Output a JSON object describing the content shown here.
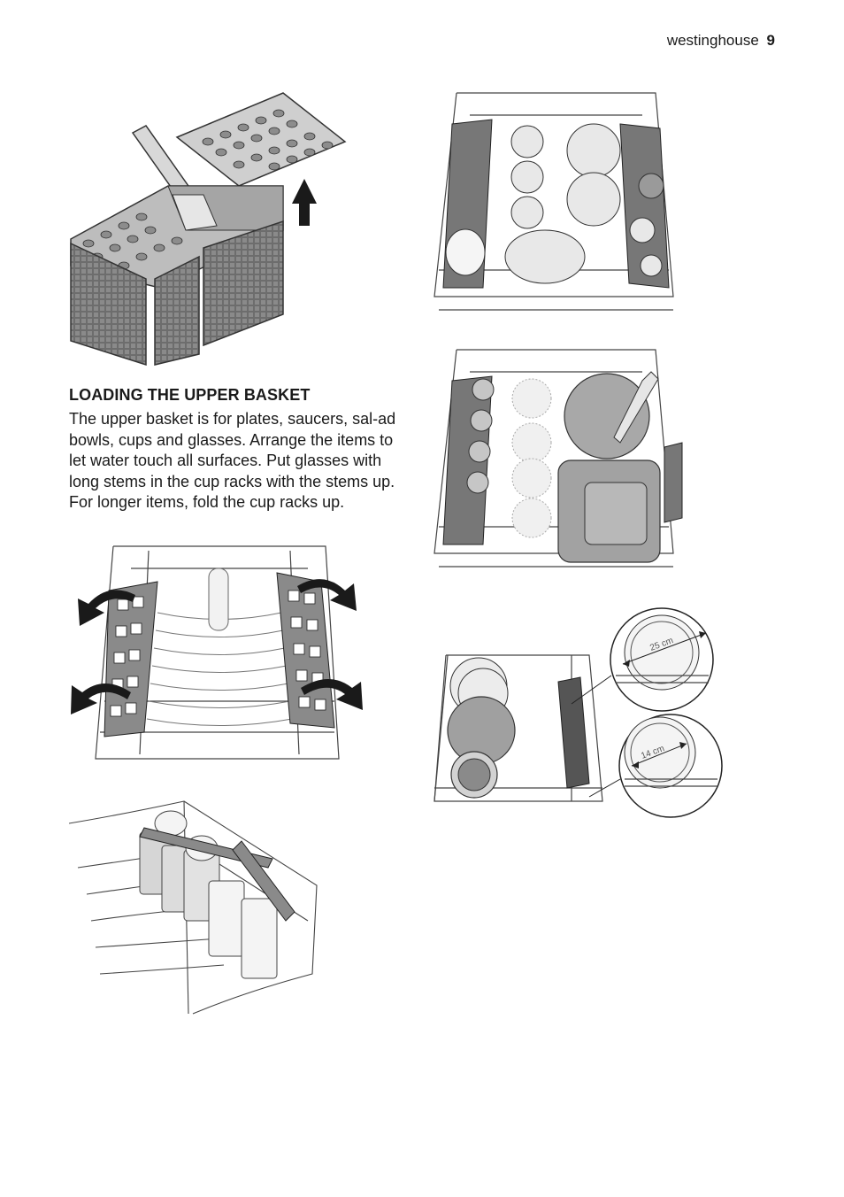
{
  "header": {
    "brand": "westinghouse",
    "page_number": "9"
  },
  "section": {
    "title": "LOADING THE UPPER BASKET",
    "body": "The upper basket is for plates, saucers, sal-ad bowls, cups and glasses. Arrange the items to let water touch all surfaces. Put glasses with long stems in the cup racks with the stems up. For longer items, fold the cup racks up."
  },
  "figures": {
    "detail_upper_label": "25 cm",
    "detail_lower_label": "14 cm"
  }
}
